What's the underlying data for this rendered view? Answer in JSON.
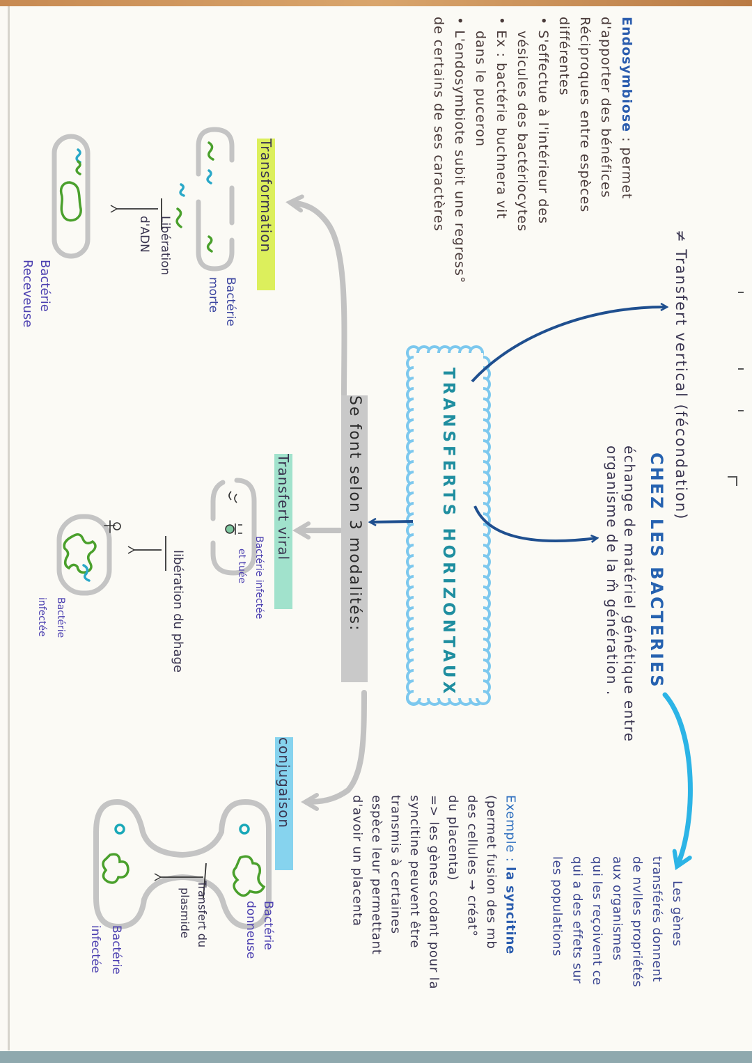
{
  "colors": {
    "paper": "#fbfaf5",
    "dark_blue_arrow": "#1f4f8f",
    "cyan_arrow": "#2cb4e6",
    "gray_arrow": "#b9b9b9",
    "cloud": "#7cc8ee",
    "dna_green": "#4aa02c",
    "dna_blue": "#2aa8c8",
    "highlight_transformation": "#dcef5c",
    "highlight_viral": "#a1e2cc",
    "highlight_conjugaison": "#86d3ee"
  },
  "center": {
    "title": "TRANSFERTS HORIZONTAUX"
  },
  "vertical": {
    "text": "≠ Transfert vertical   (fécondation)"
  },
  "bacteries": {
    "title": "CHEZ LES BACTERIES",
    "lines": [
      "échange de matériel génétique entre",
      "organisme de la m̂ génération ."
    ]
  },
  "endosymbiose": {
    "title": "Endosymbiose",
    "lines": [
      ": permet",
      "d'apporter des bénéfices",
      "Réciproques entre espèces",
      "différentes",
      "• S'effectue à l'intérieur des",
      "vésicules des bactériocytes",
      "• Ex : bactérie buchnera vit",
      "dans le puceron",
      "• L'endosymbiote subit une regress°",
      "de certains de ses caractères"
    ]
  },
  "genes": {
    "lines": [
      "Les gènes",
      "transférés donnent",
      "de nvlles propriétés",
      "aux organismes",
      "qui les reçoivent ce",
      "qui a des effets sur",
      "les populations"
    ]
  },
  "exemple": {
    "label": "Exemple :",
    "title": "la syncitine",
    "lines": [
      "(permet fusion des mb",
      "des cellules → créat°",
      "du placenta)",
      "=> les gènes codant pour la",
      "syncitine peuvent être",
      "transmis à certaines",
      "espèce leur permettant",
      "d'avoir un placenta"
    ]
  },
  "modalites": {
    "text": "Se font selon 3 modalités:"
  },
  "transformation": {
    "label": "Transformation",
    "dead": [
      "Bactérie",
      "morte"
    ],
    "release": [
      "Libération",
      "d'ADN"
    ],
    "receiver": [
      "Bactérie",
      "Receveuse"
    ]
  },
  "viral": {
    "label": "Transfert viral",
    "infected_killed": [
      "Bactérie infectée",
      "et tuée"
    ],
    "release": "libération du phage",
    "infected": [
      "Bactérie",
      "infectée"
    ]
  },
  "conjugaison": {
    "label": "conjugaison",
    "transfer": [
      "Transfert du",
      "plasmide"
    ],
    "donor": [
      "Bactérie",
      "donneuse"
    ],
    "infected": [
      "Bactérie",
      "infectée"
    ]
  }
}
